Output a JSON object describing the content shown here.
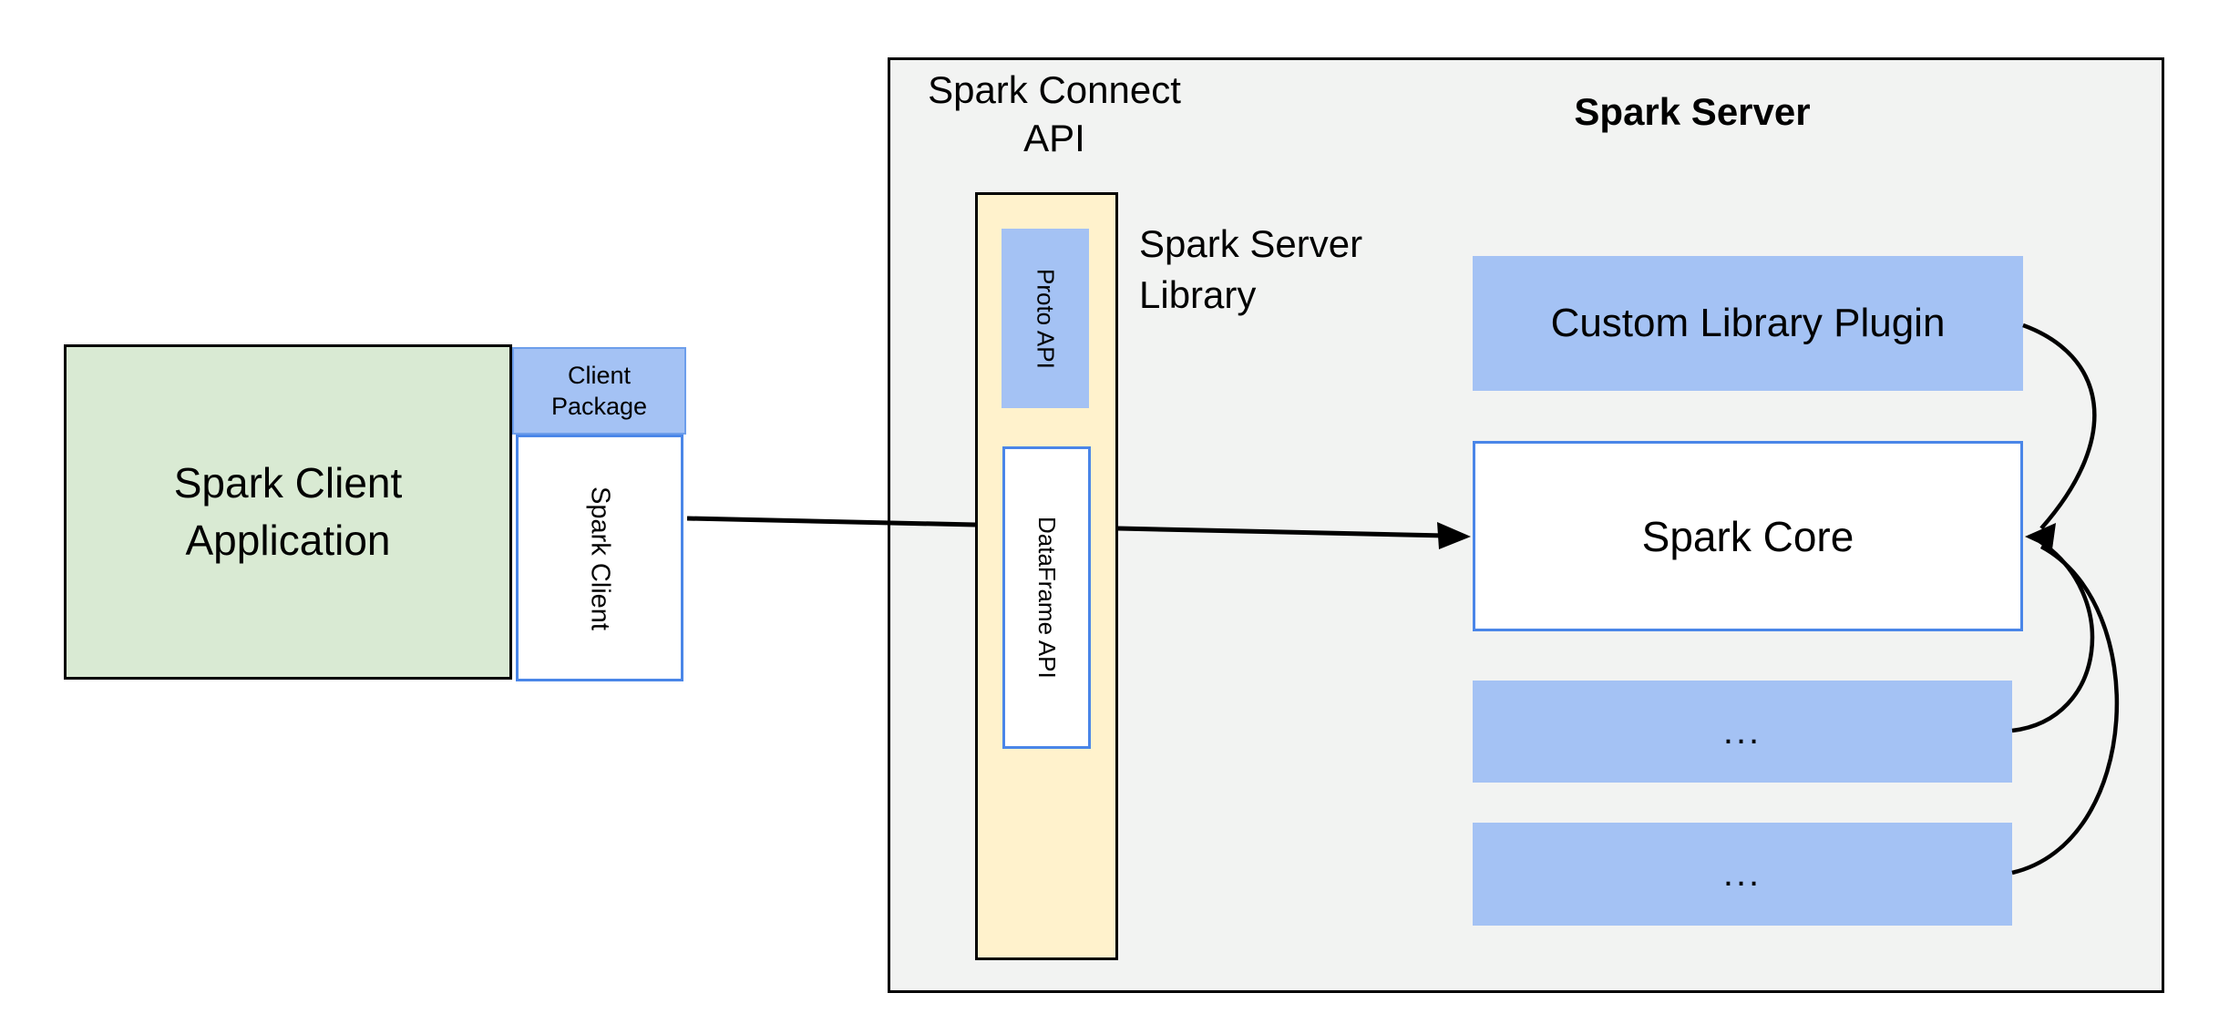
{
  "client": {
    "app_line1": "Spark Client",
    "app_line2": "Application",
    "package_line1": "Client",
    "package_line2": "Package",
    "spark_client_label": "Spark Client"
  },
  "connect": {
    "title_line1": "Spark Connect",
    "title_line2": "API",
    "proto_api_label": "Proto API",
    "dataframe_api_label": "DataFrame API",
    "library_line1": "Spark Server",
    "library_line2": "Library"
  },
  "server": {
    "title": "Spark Server",
    "custom_plugin_label": "Custom Library Plugin",
    "spark_core_label": "Spark Core",
    "ellipsis1": "...",
    "ellipsis2": "..."
  },
  "colors": {
    "box_blue": "#a4c2f4",
    "border_blue": "#4a86e8",
    "cp_border_blue": "#6d9eeb",
    "box_green": "#d9ead3",
    "box_yellow": "#fff2cc",
    "panel_gray": "#f2f3f2",
    "line_black": "#000000"
  }
}
